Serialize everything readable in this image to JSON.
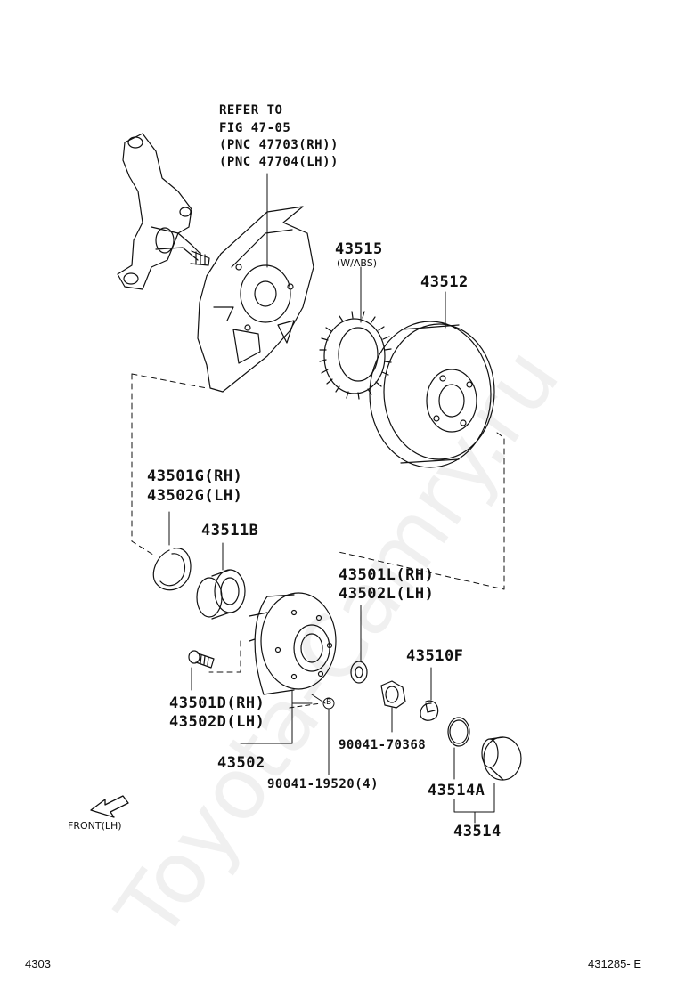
{
  "watermark": "Toyota-Camry.ru",
  "labels": {
    "refer_to": "REFER TO",
    "fig": "FIG 47-05",
    "pnc_rh": "(PNC 47703(RH))",
    "pnc_lh": "(PNC 47704(LH))",
    "p43515": "43515",
    "wabs": "(W/ABS)",
    "p43512": "43512",
    "p43501g": "43501G(RH)",
    "p43502g": "43502G(LH)",
    "p43511b": "43511B",
    "p43501l": "43501L(RH)",
    "p43502l": "43502L(LH)",
    "p43510f": "43510F",
    "p43501d": "43501D(RH)",
    "p43502d": "43502D(LH)",
    "p90041_70368": "90041-70368",
    "p43502": "43502",
    "p90041_19520": "90041-19520(4)",
    "marker_b": "B",
    "p43514a": "43514A",
    "p43514": "43514",
    "front": "FRONT(LH)"
  },
  "footer": {
    "left": "4303",
    "right": "431285- E"
  }
}
